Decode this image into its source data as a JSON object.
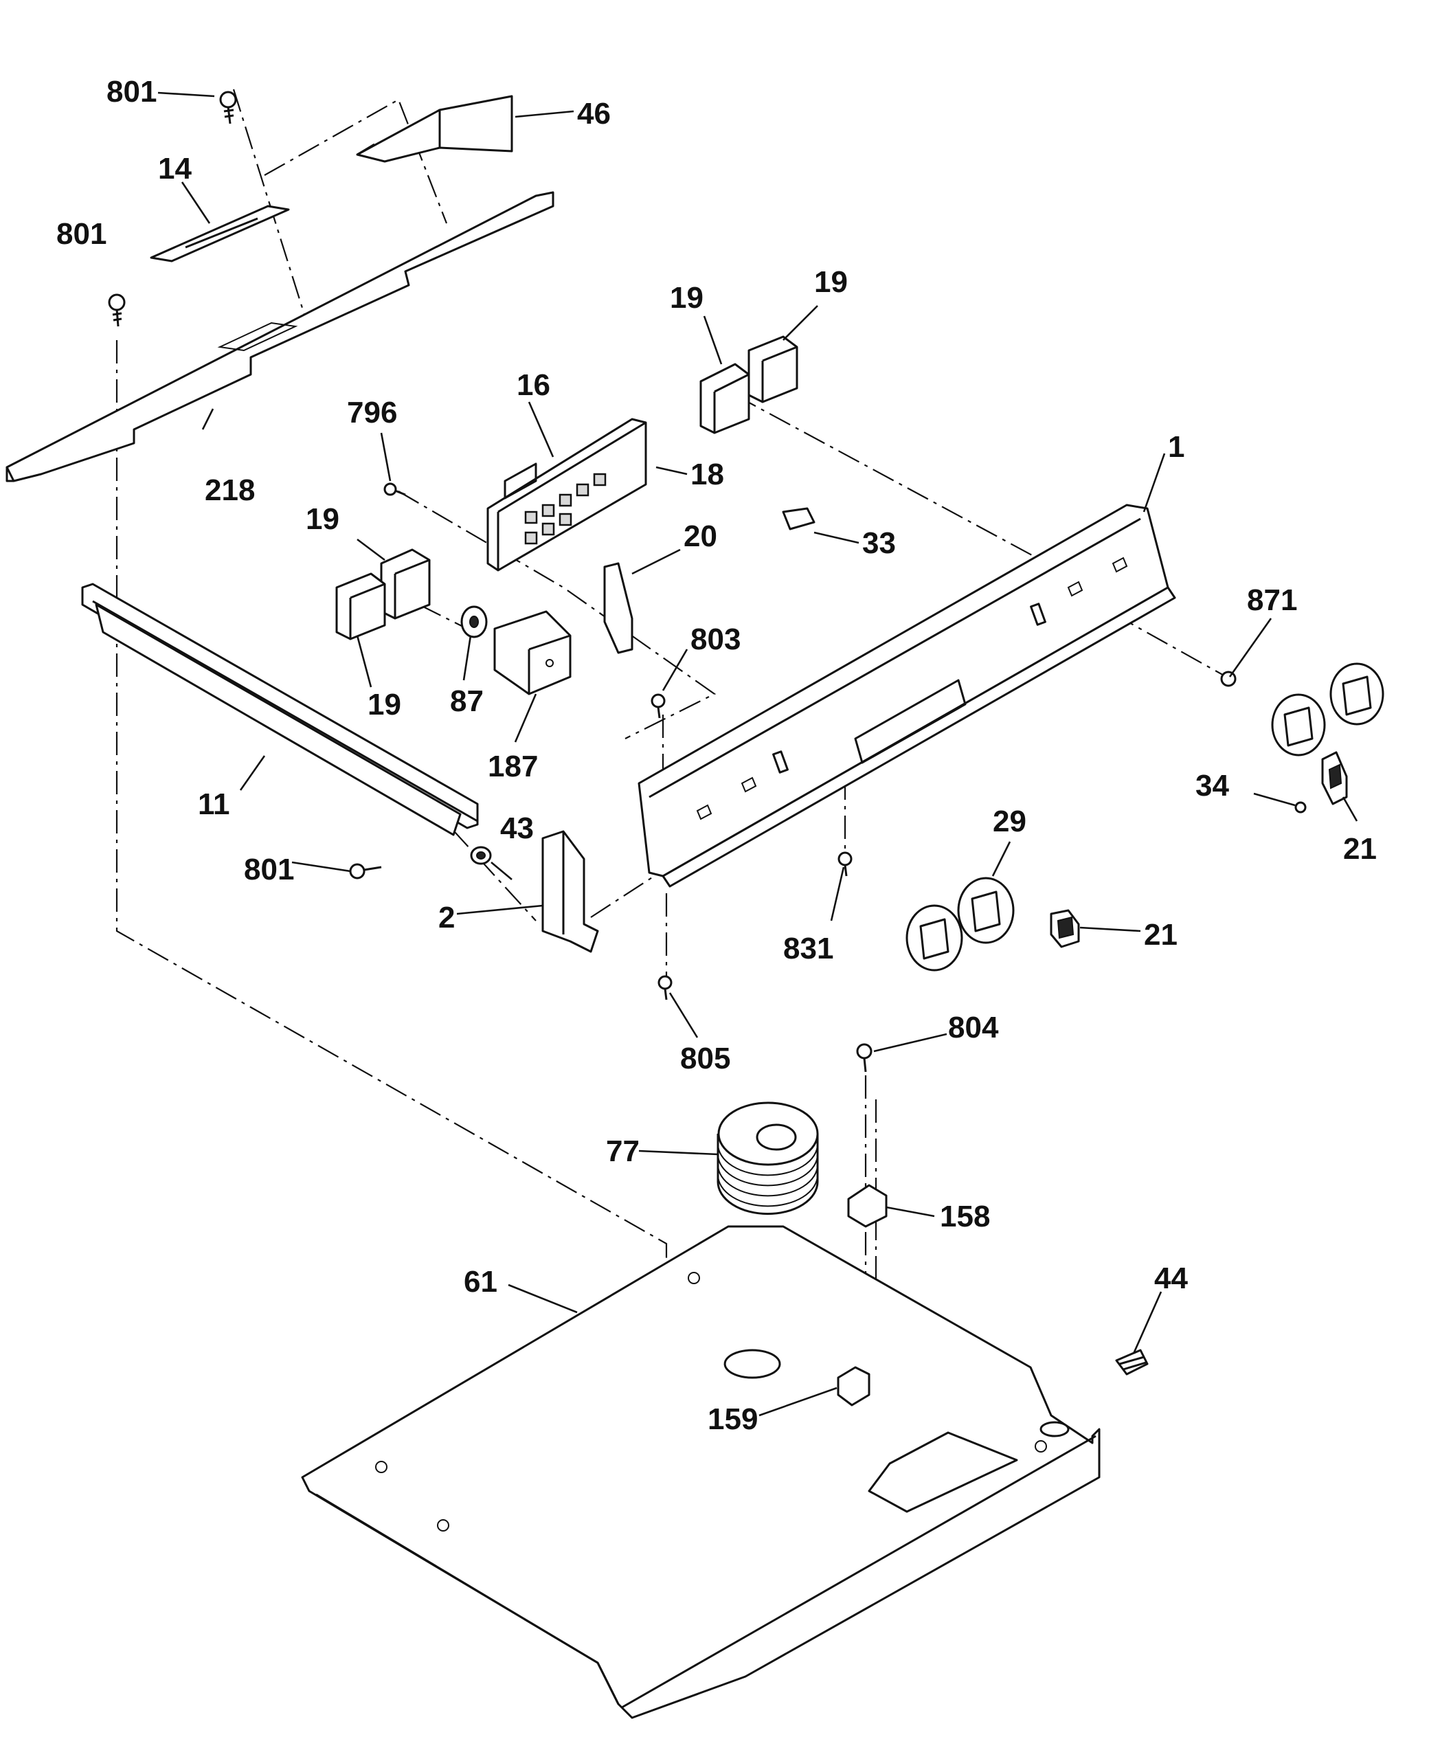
{
  "callouts": [
    {
      "id": "c801a",
      "text": "801"
    },
    {
      "id": "c46",
      "text": "46"
    },
    {
      "id": "c14",
      "text": "14"
    },
    {
      "id": "c801b",
      "text": "801"
    },
    {
      "id": "c218",
      "text": "218"
    },
    {
      "id": "c19a",
      "text": "19"
    },
    {
      "id": "c19b",
      "text": "19"
    },
    {
      "id": "c16",
      "text": "16"
    },
    {
      "id": "c796",
      "text": "796"
    },
    {
      "id": "c18",
      "text": "18"
    },
    {
      "id": "c1",
      "text": "1"
    },
    {
      "id": "c33",
      "text": "33"
    },
    {
      "id": "c19c",
      "text": "19"
    },
    {
      "id": "c20",
      "text": "20"
    },
    {
      "id": "c871",
      "text": "871"
    },
    {
      "id": "c803",
      "text": "803"
    },
    {
      "id": "c19d",
      "text": "19"
    },
    {
      "id": "c87",
      "text": "87"
    },
    {
      "id": "c187",
      "text": "187"
    },
    {
      "id": "c11",
      "text": "11"
    },
    {
      "id": "c34",
      "text": "34"
    },
    {
      "id": "c29",
      "text": "29"
    },
    {
      "id": "c43",
      "text": "43"
    },
    {
      "id": "c801c",
      "text": "801"
    },
    {
      "id": "c21a",
      "text": "21"
    },
    {
      "id": "c2",
      "text": "2"
    },
    {
      "id": "c831",
      "text": "831"
    },
    {
      "id": "c21b",
      "text": "21"
    },
    {
      "id": "c805",
      "text": "805"
    },
    {
      "id": "c804",
      "text": "804"
    },
    {
      "id": "c77",
      "text": "77"
    },
    {
      "id": "c158",
      "text": "158"
    },
    {
      "id": "c61",
      "text": "61"
    },
    {
      "id": "c44",
      "text": "44"
    },
    {
      "id": "c159",
      "text": "159"
    }
  ]
}
